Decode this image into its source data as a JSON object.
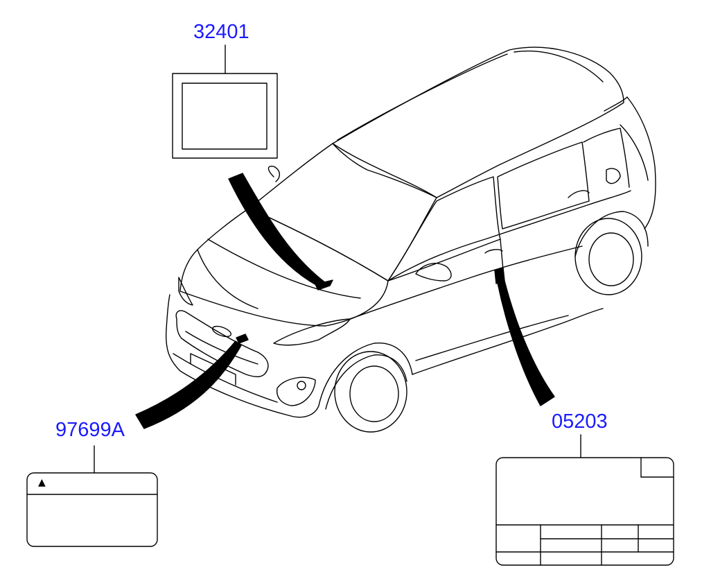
{
  "diagram": {
    "callouts": [
      {
        "part_number": "32401"
      },
      {
        "part_number": "97699A"
      },
      {
        "part_number": "05203"
      }
    ],
    "warning_glyph": "▲",
    "colors": {
      "label": "#1a1aff",
      "line": "#000000",
      "background": "#ffffff"
    }
  }
}
